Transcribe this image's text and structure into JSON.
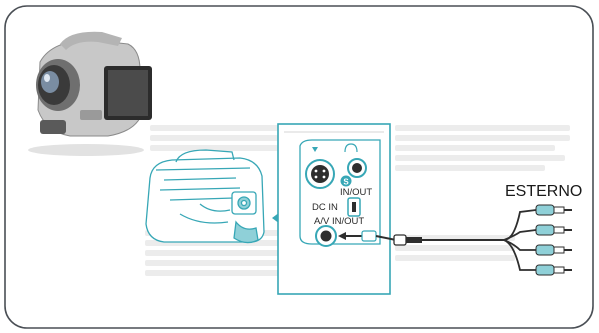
{
  "labels": {
    "external": "ESTERNO",
    "s_badge": "S",
    "s_inout": "IN/OUT",
    "dc_in": "DC IN",
    "av_inout": "A/V IN/OUT"
  },
  "icons": {
    "camcorder_photo": "camcorder-photo-icon",
    "camcorder_side": "camcorder-side-icon",
    "jack_panel": "jack-panel-icon",
    "arrow_left": "arrow-left-icon",
    "av_cable": "av-cable-icon",
    "rca_plugs": "rca-plug-icon"
  },
  "colors": {
    "frame": "#4a4f55",
    "accent": "#37a7b6",
    "accent_light": "#8fd0d8",
    "faint_text": "#e6e6e6"
  }
}
